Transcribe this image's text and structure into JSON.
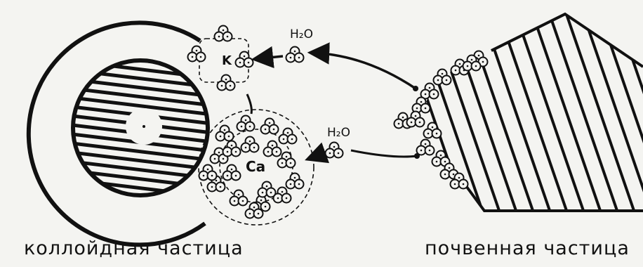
{
  "labels": {
    "ion_k": "K",
    "ion_ca": "Ca",
    "water_top": "H₂O",
    "water_mid": "H₂O"
  },
  "captions": {
    "colloid": "коллойдная частица",
    "soil": "почвенная частица"
  },
  "colors": {
    "ink": "#111111",
    "paper": "#f4f4f1"
  }
}
